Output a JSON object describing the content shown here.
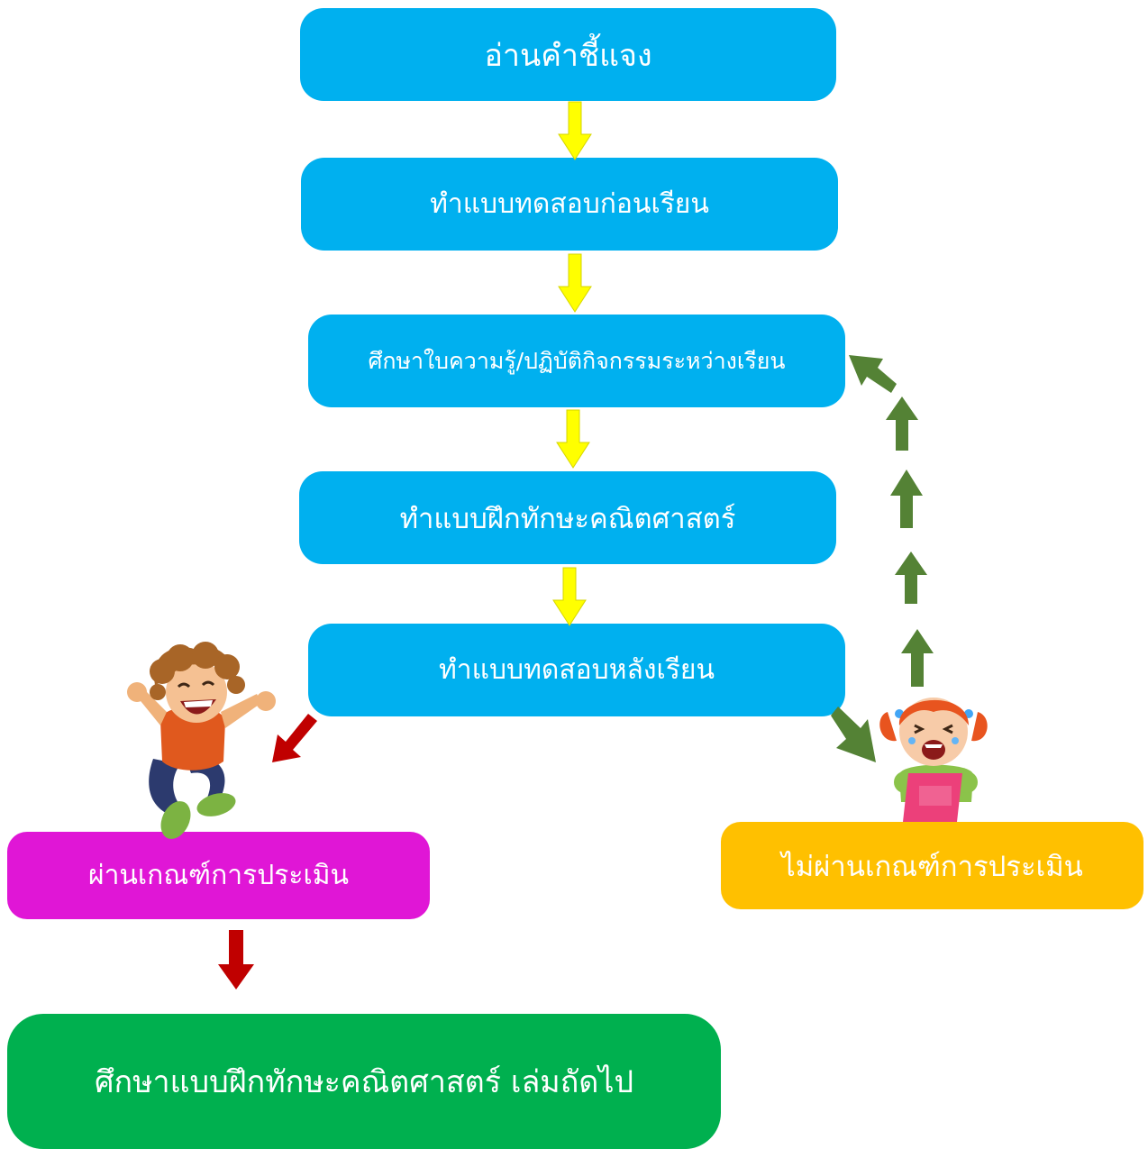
{
  "colors": {
    "step": "#00b0ef",
    "pass": "#e016d6",
    "fail": "#ffc000",
    "next": "#00b04f",
    "arrow_flow": "#ffff00",
    "arrow_pass": "#c00000",
    "arrow_retry": "#548235"
  },
  "steps": [
    {
      "label": "อ่านคำชี้แจง"
    },
    {
      "label": "ทำแบบทดสอบก่อนเรียน"
    },
    {
      "label": "ศึกษาใบความรู้/ปฏิบัติกิจกรรมระหว่างเรียน"
    },
    {
      "label": "ทำแบบฝึกทักษะคณิตศาสตร์"
    },
    {
      "label": "ทำแบบทดสอบหลังเรียน"
    }
  ],
  "outcomes": {
    "pass": {
      "label": "ผ่านเกณฑ์การประเมิน"
    },
    "fail": {
      "label": "ไม่ผ่านเกณฑ์การประเมิน"
    }
  },
  "next_step": {
    "label": "ศึกษาแบบฝึกทักษะคณิตศาสตร์ เล่มถัดไป"
  },
  "illustrations": {
    "happy": "happy-boy-jumping",
    "sad": "crying-girl"
  }
}
